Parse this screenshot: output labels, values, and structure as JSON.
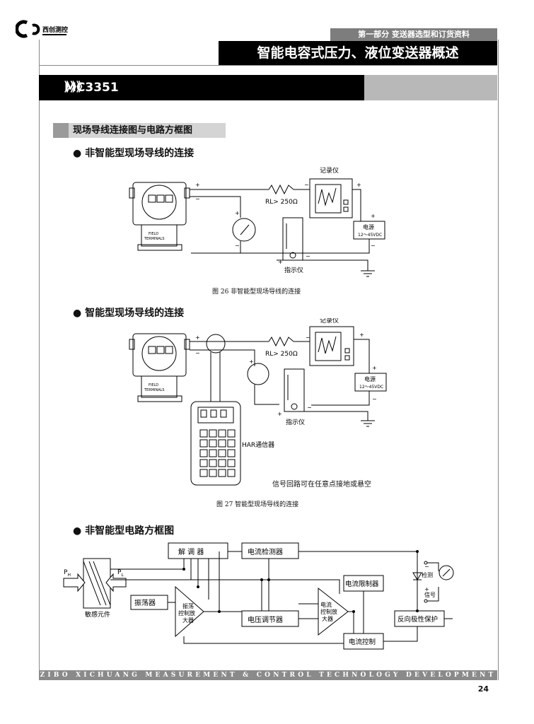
{
  "logo": {
    "text": "西创测控"
  },
  "top_bar": "第一部分 变送器选型和订货资料",
  "main_title": "智能电容式压力、液位变送器概述",
  "section": {
    "arrows": "》》》",
    "title": "MC3351电容式智能变送器"
  },
  "subsection": "现场导线连接图与电路方框图",
  "fig26": {
    "heading": "● 非智能型现场导线的连接",
    "recorder": "记录仪",
    "rl": "RL> 250Ω",
    "power": "电源",
    "voltage": "12～45VDC",
    "indicator": "指示仪",
    "field1": "FIELD",
    "field2": "TERMINALS",
    "caption": "图 26    非智能型现场导线的连接"
  },
  "fig27": {
    "heading": "● 智能型现场导线的连接",
    "recorder": "记录仪",
    "rl": "RL> 250Ω",
    "power": "电源",
    "voltage": "12～45VDC",
    "indicator": "指示仪",
    "field1": "FIELD",
    "field2": "TERMINALS",
    "har": "HAR通信器",
    "note": "信号回路可在任意点接地或悬空",
    "caption": "图 27    智能型现场导线的连接"
  },
  "fig28": {
    "heading": "● 非智能型电路方框图",
    "demod": "解  调  器",
    "current_detect": "电流检测器",
    "current_limit": "电流限制器",
    "oscillator": "振荡器",
    "osc_amp": [
      "振荡",
      "控制放",
      "大器"
    ],
    "cur_amp": [
      "电流",
      "控制放",
      "大器"
    ],
    "voltage_reg": "电压调节器",
    "current_ctrl": "电流控制",
    "reverse_prot": "反向极性保护",
    "sensor": "敏感元件",
    "ph": "P",
    "ph_sub": "H",
    "pl": "P",
    "pl_sub": "L",
    "detect": "检测",
    "signal": "信号"
  },
  "footer": "ZIBO XICHUANG MEASUREMENT & CONTROL TECHNOLOGY DEVELOPMENT CO., LTD",
  "page_number": "24"
}
